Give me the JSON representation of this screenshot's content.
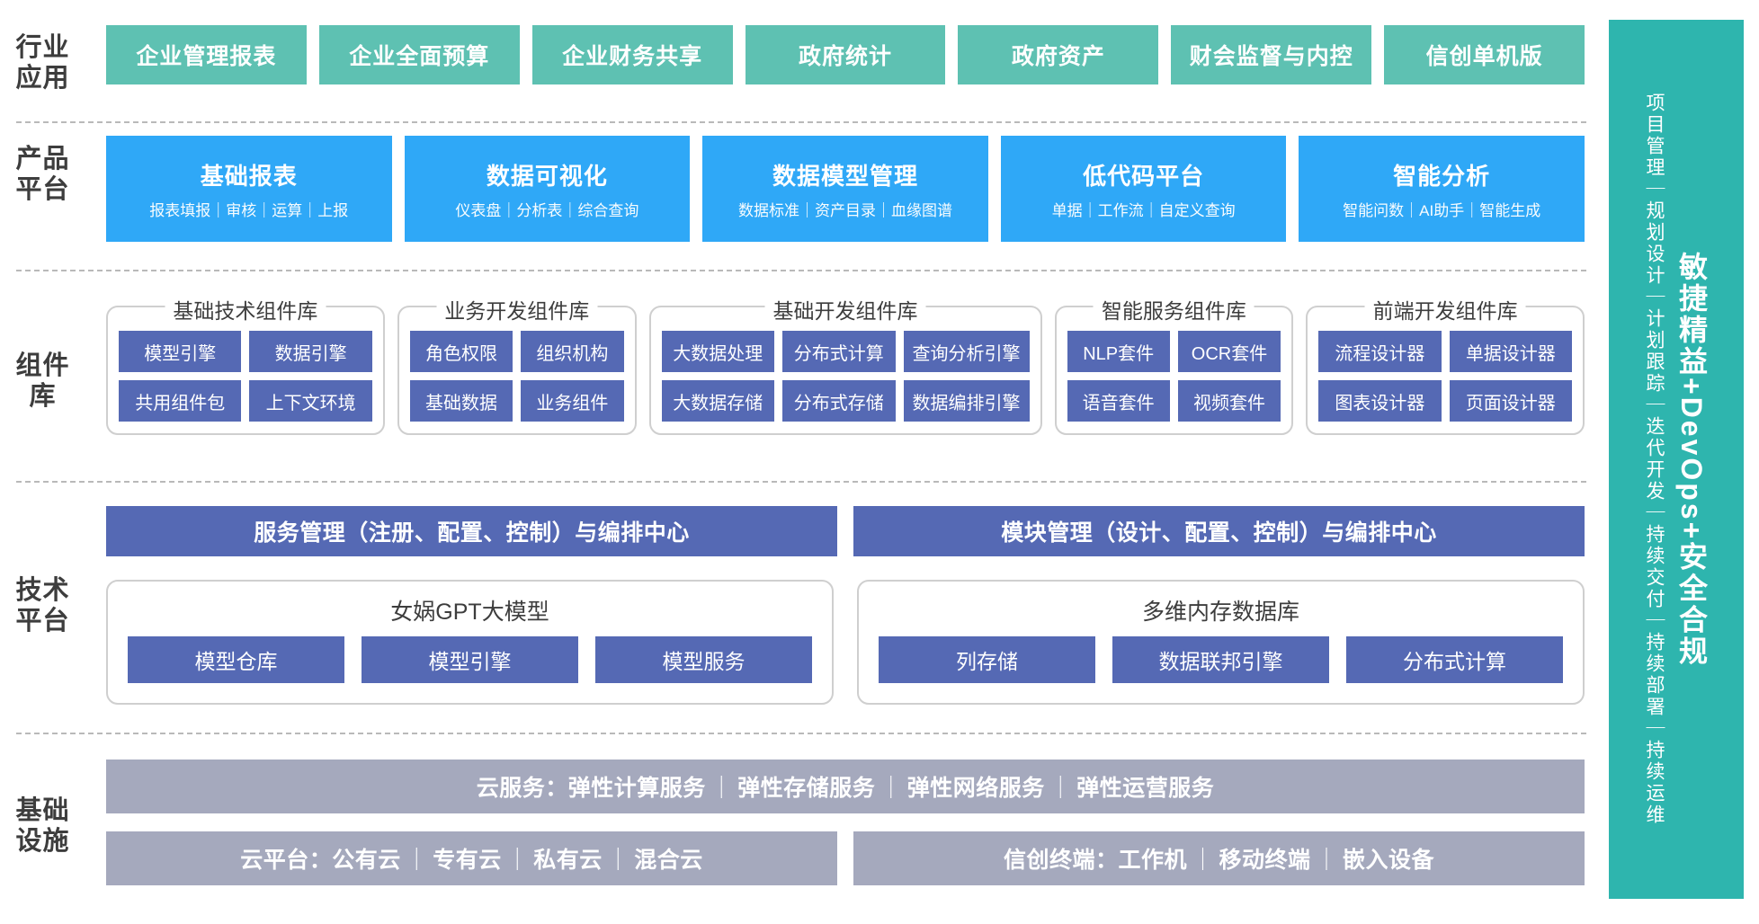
{
  "rows": {
    "industry": {
      "label": "行业\n应用",
      "label_lines": [
        "行业",
        "应用"
      ],
      "color": "#5ec1b2",
      "items": [
        {
          "label": "企业管理报表"
        },
        {
          "label": "企业全面预算"
        },
        {
          "label": "企业财务共享"
        },
        {
          "label": "政府统计"
        },
        {
          "label": "政府资产"
        },
        {
          "label": "财会监督与内控"
        },
        {
          "label": "信创单机版"
        }
      ]
    },
    "product": {
      "label_lines": [
        "产品",
        "平台"
      ],
      "color": "#2fa8f7",
      "items": [
        {
          "title": "基础报表",
          "sub": "报表填报｜审核｜运算｜上报"
        },
        {
          "title": "数据可视化",
          "sub": "仪表盘｜分析表｜综合查询"
        },
        {
          "title": "数据模型管理",
          "sub": "数据标准｜资产目录｜血缘图谱"
        },
        {
          "title": "低代码平台",
          "sub": "单据｜工作流｜自定义查询"
        },
        {
          "title": "智能分析",
          "sub": "智能问数｜AI助手｜智能生成"
        }
      ]
    },
    "component": {
      "label_lines": [
        "组件",
        "库"
      ],
      "color": "#5569b4",
      "groups": [
        {
          "title": "基础技术组件库",
          "rows": [
            [
              "模型引擎",
              "数据引擎"
            ],
            [
              "共用组件包",
              "上下文环境"
            ]
          ]
        },
        {
          "title": "业务开发组件库",
          "rows": [
            [
              "角色权限",
              "组织机构"
            ],
            [
              "基础数据",
              "业务组件"
            ]
          ]
        },
        {
          "title": "基础开发组件库",
          "rows": [
            [
              "大数据处理",
              "分布式计算",
              "查询分析引擎"
            ],
            [
              "大数据存储",
              "分布式存储",
              "数据编排引擎"
            ]
          ]
        },
        {
          "title": "智能服务组件库",
          "rows": [
            [
              "NLP套件",
              "OCR套件"
            ],
            [
              "语音套件",
              "视频套件"
            ]
          ]
        },
        {
          "title": "前端开发组件库",
          "rows": [
            [
              "流程设计器",
              "单据设计器"
            ],
            [
              "图表设计器",
              "页面设计器"
            ]
          ]
        }
      ]
    },
    "tech": {
      "label_lines": [
        "技术",
        "平台"
      ],
      "color": "#5569b4",
      "management": [
        {
          "label": "服务管理（注册、配置、控制）与编排中心"
        },
        {
          "label": "模块管理（设计、配置、控制）与编排中心"
        }
      ],
      "cards": [
        {
          "title": "女娲GPT大模型",
          "items": [
            "模型仓库",
            "模型引擎",
            "模型服务"
          ]
        },
        {
          "title": "多维内存数据库",
          "items": [
            "列存储",
            "数据联邦引擎",
            "分布式计算"
          ]
        }
      ]
    },
    "infra": {
      "label_lines": [
        "基础",
        "设施"
      ],
      "color": "#a5a9bd",
      "cloud_service": {
        "prefix": "云服务：",
        "items": [
          "弹性计算服务",
          "弹性存储服务",
          "弹性网络服务",
          "弹性运营服务"
        ]
      },
      "bottom": [
        {
          "prefix": "云平台：",
          "items": [
            "公有云",
            "专有云",
            "私有云",
            "混合云"
          ]
        },
        {
          "prefix": "信创终端：",
          "items": [
            "工作机",
            "移动终端",
            "嵌入设备"
          ]
        }
      ]
    }
  },
  "sidebar": {
    "color": "#2eb5ae",
    "main": "敏捷精益+DevOps+安全合规",
    "sub": "项目管理｜规划设计｜计划跟踪｜迭代开发｜持续交付｜持续部署｜持续运维"
  },
  "separator": "｜"
}
